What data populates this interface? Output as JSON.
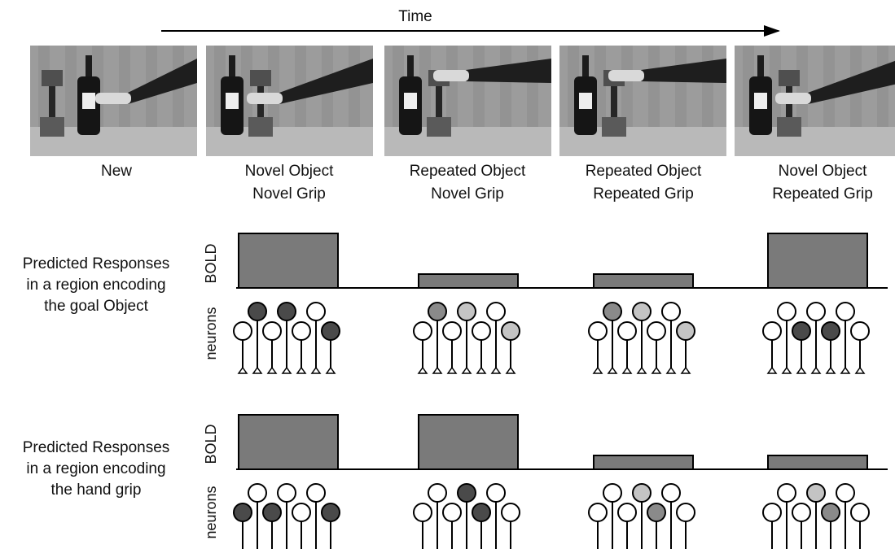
{
  "timeline": {
    "label": "Time"
  },
  "conditions": [
    {
      "caption_lines": [
        "New"
      ]
    },
    {
      "caption_lines": [
        "Novel Object",
        "Novel Grip"
      ]
    },
    {
      "caption_lines": [
        "Repeated Object",
        "Novel Grip"
      ]
    },
    {
      "caption_lines": [
        "Repeated Object",
        "Repeated Grip"
      ]
    },
    {
      "caption_lines": [
        "Novel Object",
        "Repeated Grip"
      ]
    }
  ],
  "panels": [
    {
      "label_lines": [
        "Predicted Responses",
        "in a region encoding",
        "the goal Object"
      ],
      "bold_label": "BOLD",
      "neurons_label": "neurons",
      "bold_levels": [
        "high",
        "low",
        "low",
        "high"
      ],
      "neuron_fills": [
        [
          "white",
          "dark",
          "white",
          "dark",
          "white",
          "white",
          "dark",
          "white"
        ],
        [
          "white",
          "mid",
          "white",
          "light",
          "white",
          "white",
          "light",
          "white"
        ],
        [
          "white",
          "mid",
          "white",
          "light",
          "white",
          "white",
          "light",
          "white"
        ],
        [
          "white",
          "white",
          "dark",
          "white",
          "dark",
          "white",
          "white",
          "dark"
        ]
      ]
    },
    {
      "label_lines": [
        "Predicted Responses",
        "in a region encoding",
        "the hand grip"
      ],
      "bold_label": "BOLD",
      "neurons_label": "neurons",
      "bold_levels": [
        "high",
        "high",
        "low",
        "low"
      ],
      "neuron_fills": [
        [
          "dark",
          "white",
          "dark",
          "white",
          "white",
          "white",
          "dark",
          "white"
        ],
        [
          "white",
          "white",
          "white",
          "dark",
          "dark",
          "white",
          "white",
          "dark"
        ],
        [
          "white",
          "white",
          "white",
          "light",
          "mid",
          "white",
          "white",
          "light"
        ],
        [
          "white",
          "white",
          "white",
          "light",
          "mid",
          "white",
          "white",
          "light"
        ]
      ]
    }
  ],
  "colors": {
    "bar_fill": "#7a7a7a",
    "neuron_dark": "#4a4a4a",
    "neuron_mid": "#8a8a8a",
    "neuron_light": "#c4c4c4",
    "neuron_white": "#ffffff"
  }
}
